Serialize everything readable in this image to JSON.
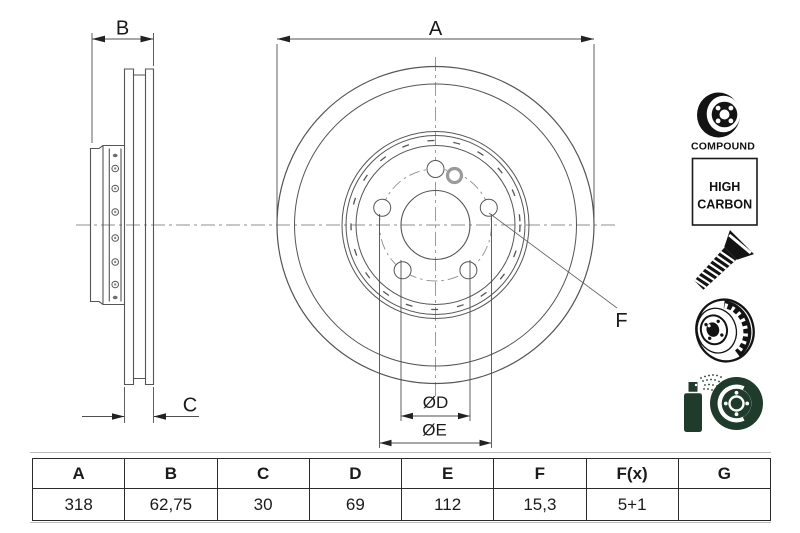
{
  "drawing": {
    "dimension_labels": {
      "a": "A",
      "b": "B",
      "c": "C",
      "f": "F",
      "d": "ØD",
      "e": "ØE"
    }
  },
  "badges": {
    "compound_label": "COMPOUND",
    "high_carbon": [
      "HIGH",
      "CARBON"
    ]
  },
  "table": {
    "headers": [
      "A",
      "B",
      "C",
      "D",
      "E",
      "F",
      "F(x)",
      "G"
    ],
    "values": [
      "318",
      "62,75",
      "30",
      "69",
      "112",
      "15,3",
      "5+1",
      ""
    ]
  },
  "colors": {
    "line_gray": "#4f4f4f",
    "centerline_gray": "#8f8f8f",
    "icon_black": "#131313",
    "coating_green": "#1e3b2b",
    "table_border": "#2b2b2b"
  }
}
